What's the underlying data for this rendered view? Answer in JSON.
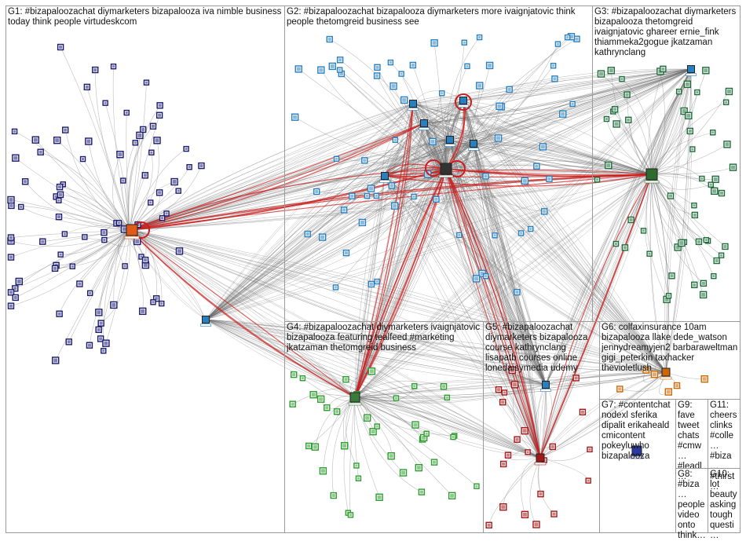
{
  "groups": [
    {
      "id": "G1",
      "label": "G1: #bizapaloozachat diymarketers bizapalooza iva nimble business today think people virtudeskcom",
      "color": "#1a1a6e"
    },
    {
      "id": "G2",
      "label": "G2: #bizapaloozachat bizapalooza diymarketers more ivaignjatovic think people thetomgreid business see",
      "color": "#2a7fbf"
    },
    {
      "id": "G3",
      "label": "G3: #bizapaloozachat diymarketers bizapalooza thetomgreid ivaignjatovic ghareer ernie_fink thiammeka2gogue jkatzaman kathrynclang",
      "color": "#1e6b3a"
    },
    {
      "id": "G4",
      "label": "G4: #bizapaloozachat diymarketers ivaignjatovic bizapalooza featuring tealfeed #marketing jkatzaman thetomgreid business",
      "color": "#2e9c2e"
    },
    {
      "id": "G5",
      "label": "G5: #bizapaloozachat diymarketers bizapalooza course kathrynclang lisapatb courses online lonedaisymedia udemy",
      "color": "#a01818"
    },
    {
      "id": "G6",
      "label": "G6: colfaxinsurance 10am bizapalooza llake dede_watson jennydreamyjen2 barbaraweltman gigi_peterkin taxhacker thevioletlush",
      "color": "#cc6600"
    },
    {
      "id": "G7",
      "label": "G7: #contentchat nodexl sferika dipalit erikaheald cmicontent pokeyluwho bizapalooza",
      "color": "#3333aa"
    },
    {
      "id": "G8",
      "label": "G8: #biza… people video onto think…",
      "color": "#999999"
    },
    {
      "id": "G9",
      "label": "G9: fave tweet chats #cmw… #leadl…",
      "color": "#999999"
    },
    {
      "id": "G10",
      "label": "G10: lot beauty asking tough questi…",
      "color": "#999999"
    },
    {
      "id": "G11",
      "label": "G11: cheers clinks #colle… #biza… #thirst…",
      "color": "#999999"
    }
  ]
}
